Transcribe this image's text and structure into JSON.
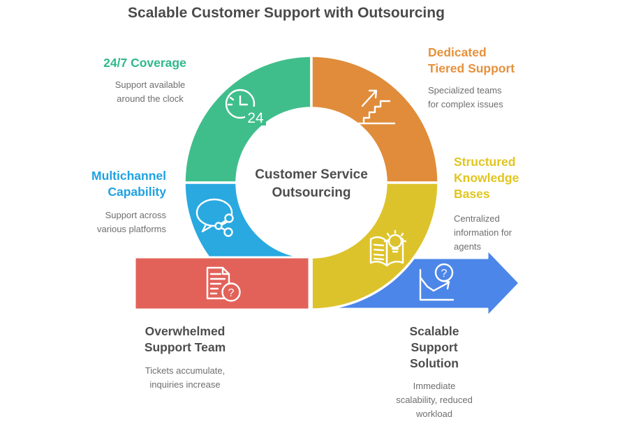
{
  "title": "Scalable Customer Support with Outsourcing",
  "center": {
    "label": "Customer Service\nOutsourcing"
  },
  "ring": {
    "segments": [
      {
        "name": "24-7-coverage",
        "heading": "24/7 Coverage",
        "description": "Support available\naround the clock",
        "color": "#3FBE8B",
        "heading_color": "#2EB98A",
        "icon": "clock-24-icon"
      },
      {
        "name": "dedicated-tiered-support",
        "heading": "Dedicated\nTiered Support",
        "description": "Specialized teams\nfor complex issues",
        "color": "#E08C3A",
        "heading_color": "#E5913C",
        "icon": "stairs-growth-icon"
      },
      {
        "name": "structured-knowledge-bases",
        "heading": "Structured\nKnowledge\nBases",
        "description": "Centralized\ninformation for\nagents",
        "color": "#DDC32B",
        "heading_color": "#E2C51E",
        "icon": "book-lightbulb-icon"
      },
      {
        "name": "multichannel-capability",
        "heading": "Multichannel\nCapability",
        "description": "Support across\nvarious platforms",
        "color": "#2AA9E0",
        "heading_color": "#1FA2E0",
        "icon": "chat-share-icon"
      }
    ]
  },
  "flow": {
    "problem": {
      "heading": "Overwhelmed\nSupport Team",
      "description": "Tickets accumulate,\ninquiries increase",
      "color": "#E2625A",
      "icon": "document-question-icon"
    },
    "solution": {
      "heading": "Scalable\nSupport\nSolution",
      "description": "Immediate\nscalability, reduced\nworkload",
      "color": "#4C86E8",
      "icon": "chart-question-icon"
    },
    "heading_color": "#4D4D4D"
  },
  "icons": {
    "clock_label": "24",
    "question_mark": "?"
  }
}
